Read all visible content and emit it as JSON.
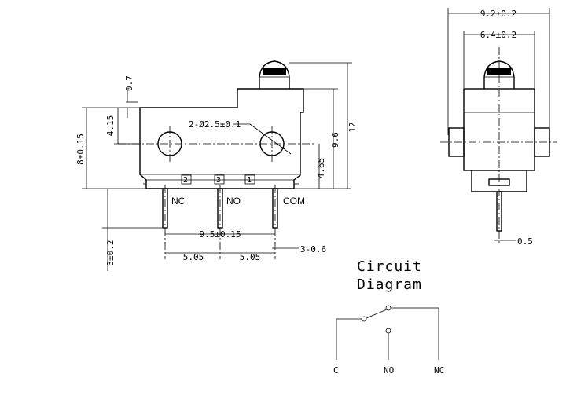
{
  "front_view": {
    "pin_labels": {
      "nc": "NC",
      "no": "NO",
      "com": "COM"
    },
    "terminal_numbers": [
      "2",
      "3",
      "1"
    ],
    "dims": {
      "hole": "2-Ø2.5±0.1",
      "actuator_height": "0.7",
      "hole_top": "4.15",
      "body_height": "8±0.15",
      "hole_bottom": "4.65",
      "total_96": "9.6",
      "total_12": "12",
      "pin_length": "3±0.2",
      "pin_span": "9.5±0.15",
      "pitch_left": "5.05",
      "pitch_right": "5.05",
      "pin_width": "3-0.6"
    }
  },
  "side_view": {
    "dims": {
      "width_total": "9.2±0.2",
      "width_inner": "6.4±0.2",
      "pin_thickness": "0.5"
    }
  },
  "circuit": {
    "title_line1": "Circuit",
    "title_line2": "Diagram",
    "labels": {
      "c": "C",
      "no": "NO",
      "nc": "NC"
    }
  }
}
